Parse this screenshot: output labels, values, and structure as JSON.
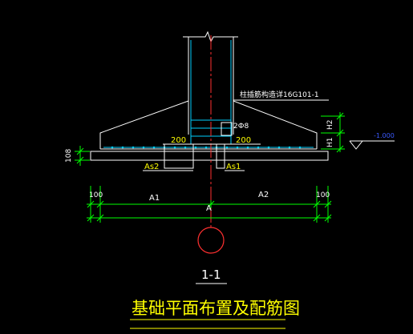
{
  "labels": {
    "column_note": "柱插筋构造详16G101-1",
    "dim_top_bars": "2Ф8",
    "dim_200_left": "200",
    "dim_200_right": "200",
    "dim_108": "108",
    "h1": "H1",
    "h2": "H2",
    "elevation": "-1.000",
    "as2": "As2",
    "as1": "As1",
    "dim_100_left": "100",
    "dim_100_right": "100",
    "a1": "A1",
    "a2": "A2",
    "a_center": "A",
    "section_mark": "1-1",
    "title": "基础平面布置及配筋图"
  },
  "colors": {
    "background": "#000000",
    "outline": "#ffffff",
    "centerline": "#ff3030",
    "dimension": "#00ff00",
    "rebar": "#00d0ff",
    "text_yellow": "#ffff00",
    "text_white": "#ffffff",
    "elevation_blue": "#3a5aff"
  }
}
